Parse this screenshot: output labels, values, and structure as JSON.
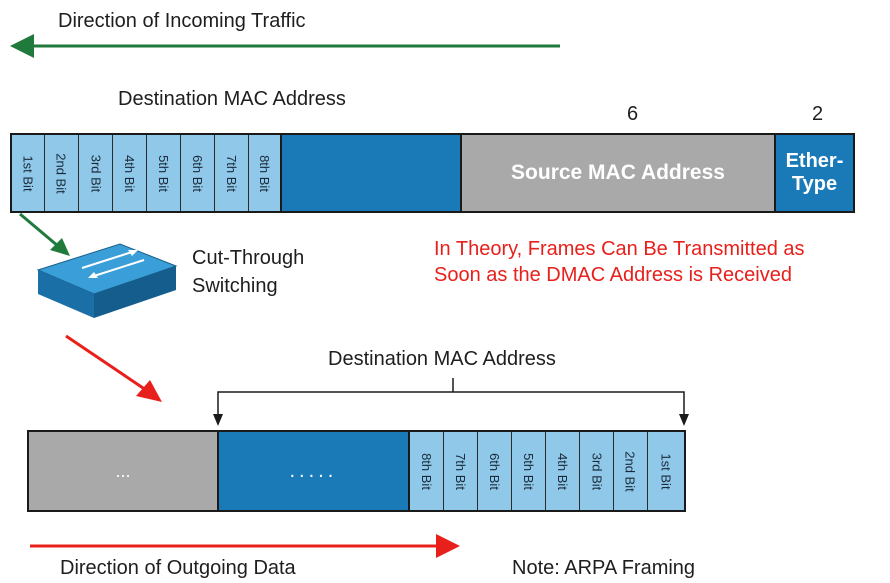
{
  "incoming": {
    "label": "Direction of Incoming Traffic"
  },
  "top_frame": {
    "title": "Destination MAC Address",
    "bits": [
      "1st Bit",
      "2nd Bit",
      "3rd Bit",
      "4th Bit",
      "5th Bit",
      "6th Bit",
      "7th Bit",
      "8th Bit"
    ],
    "source_size": "6",
    "source_label": "Source MAC Address",
    "ethertype_size": "2",
    "ethertype_line1": "Ether-",
    "ethertype_line2": "Type"
  },
  "switch": {
    "line1": "Cut-Through",
    "line2": "Switching",
    "icon": "switch-icon"
  },
  "theory_note": {
    "line1": "In Theory, Frames Can Be Transmitted as",
    "line2": "Soon as the DMAC Address is Received"
  },
  "bottom_frame": {
    "title": "Destination MAC Address",
    "gray_label": "...",
    "blue_label": ".....",
    "bits": [
      "8th Bit",
      "7th Bit",
      "6th Bit",
      "5th Bit",
      "4th Bit",
      "3rd Bit",
      "2nd Bit",
      "1st Bit"
    ]
  },
  "outgoing": {
    "label": "Direction of Outgoing Data"
  },
  "note": {
    "label": "Note: ARPA Framing"
  },
  "colors": {
    "green_arrow": "#1f7a3c",
    "red_arrow": "#e8201c",
    "bit_blue": "#8fc8e8",
    "field_blue": "#1a7ab8",
    "field_gray": "#a9a9a9"
  }
}
